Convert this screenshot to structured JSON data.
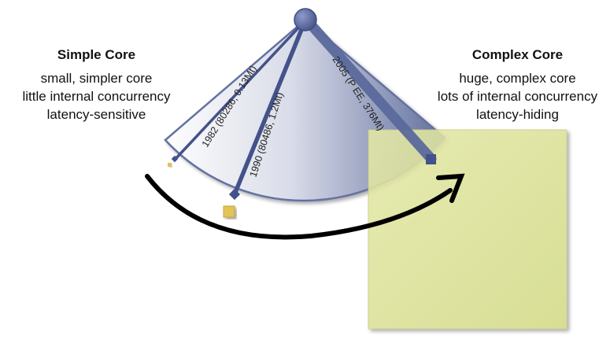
{
  "left_core": {
    "title": "Simple Core",
    "lines": [
      "small, simpler core",
      "little internal concurrency",
      "latency-sensitive"
    ]
  },
  "right_core": {
    "title": "Complex Core",
    "lines": [
      "huge, complex core",
      "lots of internal concurrency",
      "latency-hiding"
    ]
  },
  "eras": [
    {
      "label": "1982 (80286, 0.13Mt)"
    },
    {
      "label": "1990 (80486, 1.2Mt)"
    },
    {
      "label": "2005 (P EE, 376Mt)"
    }
  ],
  "colors": {
    "fan_dark": "#5b6a9c",
    "fan_light": "#ffffff",
    "pivot": "#55639a",
    "square_small": "#e3c256",
    "square_large": "#dfe49a",
    "arrow": "#000000"
  }
}
